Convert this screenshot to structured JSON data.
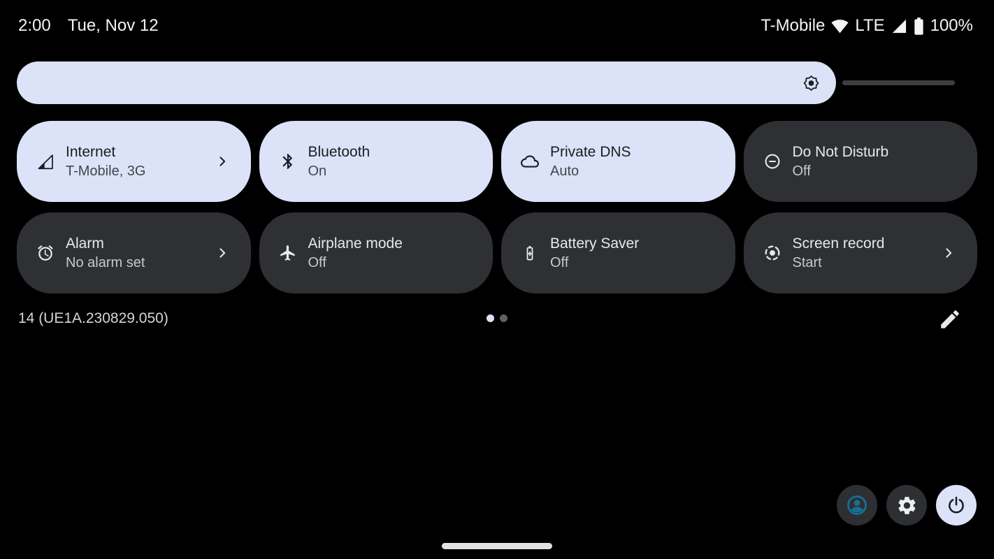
{
  "status_bar": {
    "time": "2:00",
    "date": "Tue, Nov 12",
    "carrier": "T-Mobile",
    "network_type": "LTE",
    "battery_percent": "100%",
    "icons": [
      "wifi-icon",
      "cellular-signal-icon",
      "battery-icon"
    ]
  },
  "brightness": {
    "icon": "brightness-icon",
    "value_percent": 87
  },
  "quick_settings": {
    "tiles": [
      {
        "label": "Internet",
        "sublabel": "T-Mobile, 3G",
        "icon": "network-signal-icon",
        "active": true,
        "chevron": true
      },
      {
        "label": "Bluetooth",
        "sublabel": "On",
        "icon": "bluetooth-icon",
        "active": true,
        "chevron": false
      },
      {
        "label": "Private DNS",
        "sublabel": "Auto",
        "icon": "cloud-icon",
        "active": true,
        "chevron": false
      },
      {
        "label": "Do Not Disturb",
        "sublabel": "Off",
        "icon": "do-not-disturb-icon",
        "active": false,
        "chevron": false
      },
      {
        "label": "Alarm",
        "sublabel": "No alarm set",
        "icon": "alarm-icon",
        "active": false,
        "chevron": true
      },
      {
        "label": "Airplane mode",
        "sublabel": "Off",
        "icon": "airplane-icon",
        "active": false,
        "chevron": false
      },
      {
        "label": "Battery Saver",
        "sublabel": "Off",
        "icon": "battery-saver-icon",
        "active": false,
        "chevron": false
      },
      {
        "label": "Screen record",
        "sublabel": "Start",
        "icon": "screen-record-icon",
        "active": false,
        "chevron": true
      }
    ]
  },
  "footer": {
    "build_number": "14 (UE1A.230829.050)",
    "page_indicator": {
      "pages": 2,
      "active_page": 1
    },
    "buttons": [
      "user-avatar-button",
      "settings-button",
      "power-button"
    ]
  },
  "colors": {
    "background": "#000000",
    "tile_active": "#dce2f8",
    "tile_inactive": "#2f3033",
    "accent_light": "#dce2f8",
    "avatar_icon": "#176f92",
    "track": "#3d3e42"
  }
}
